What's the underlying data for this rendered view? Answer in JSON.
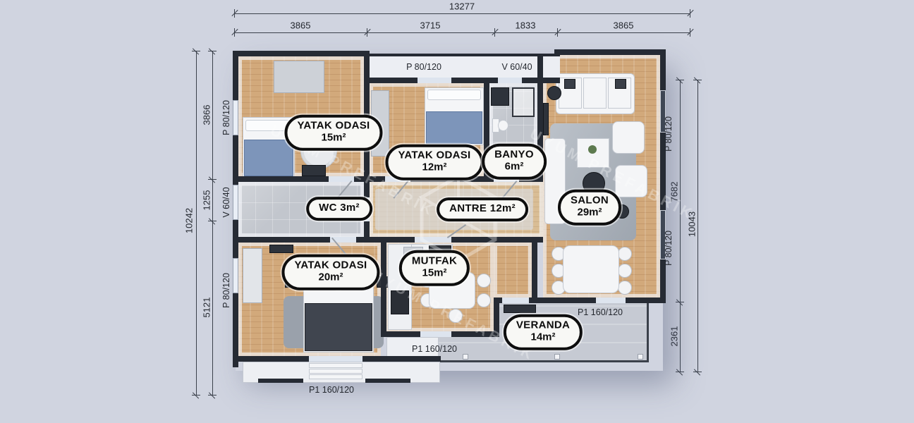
{
  "dimensions": {
    "top": {
      "total": "13277",
      "segments": [
        "3865",
        "3715",
        "1833",
        "3865"
      ]
    },
    "left": {
      "total": "10242",
      "segments": [
        "3866",
        "1255",
        "5121"
      ]
    },
    "right": {
      "total": "10043",
      "segments": [
        "7682",
        "2361"
      ]
    }
  },
  "openings": {
    "top": [
      "P 80/120",
      "V 60/40"
    ],
    "left": [
      "P 80/120",
      "V 60/40",
      "P 80/120"
    ],
    "right": [
      "P 80/120",
      "P 80/120"
    ],
    "bottom": [
      "P1 160/120",
      "P1 160/120",
      "P1 160/120"
    ]
  },
  "rooms": [
    {
      "name": "YATAK ODASI",
      "area": "15m²"
    },
    {
      "name": "YATAK ODASI",
      "area": "12m²"
    },
    {
      "name": "BANYO",
      "area": "6m²"
    },
    {
      "name": "SALON",
      "area": "29m²"
    },
    {
      "name": "WC 3m²",
      "area": ""
    },
    {
      "name": "ANTRE 12m²",
      "area": ""
    },
    {
      "name": "YATAK ODASI",
      "area": "20m²"
    },
    {
      "name": "MUTFAK",
      "area": "15m²"
    },
    {
      "name": "VERANDA",
      "area": "14m²"
    }
  ],
  "watermark": {
    "text": "UYUM PREFABRİK"
  },
  "colors": {
    "background": "#d0d4e0",
    "wall": "#262b34",
    "wood": "#d2a97b",
    "tile": "#c2c6cd",
    "concrete": "#c6cad3",
    "pill_bg": "#f8f8f5",
    "pill_border": "#0e0e0e"
  }
}
